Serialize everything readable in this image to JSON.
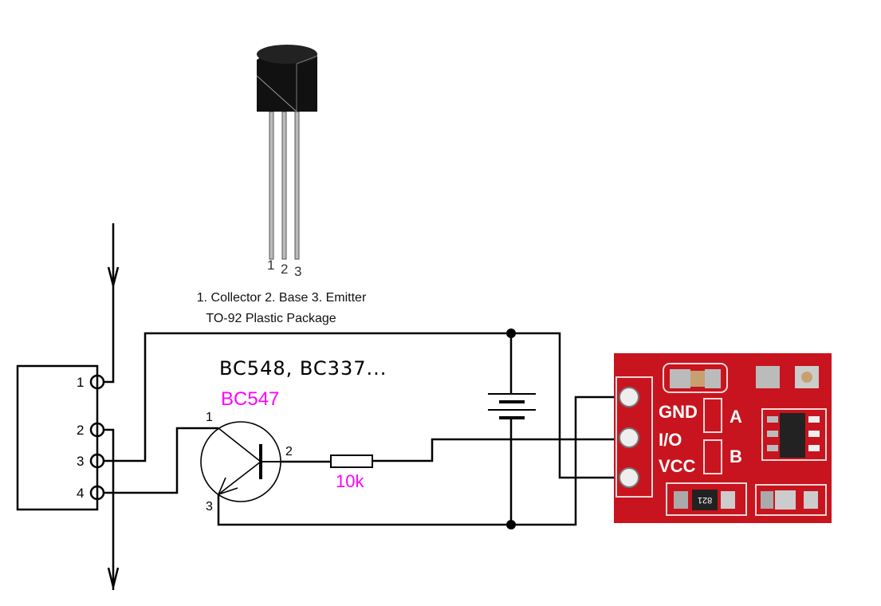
{
  "package": {
    "pin_numbers": [
      "1",
      "2",
      "3"
    ],
    "pinout": "1. Collector 2. Base 3. Emitter",
    "package_name": "TO-92 Plastic Package"
  },
  "connector": {
    "pins": [
      "1",
      "2",
      "3",
      "4"
    ]
  },
  "transistor": {
    "alternatives": "BC548, BC337...",
    "part": "BC547",
    "pin_collector": "1",
    "pin_base": "2",
    "pin_emitter": "3"
  },
  "resistor": {
    "value": "10k"
  },
  "touch_module": {
    "pins": [
      "GND",
      "I/O",
      "VCC"
    ],
    "jumpers": [
      "A",
      "B"
    ],
    "chip_marking": "821"
  },
  "colors": {
    "label_accent": "#ff00ff",
    "pcb": "#c8141e",
    "wire": "#000000"
  }
}
